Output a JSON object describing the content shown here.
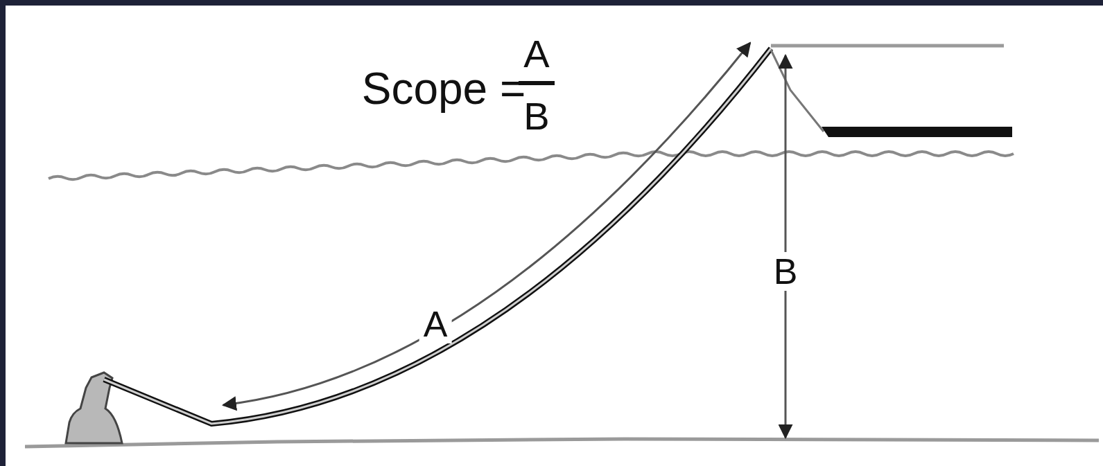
{
  "diagram": {
    "labels": [
      "Scope =",
      "A",
      "B",
      "A",
      "B"
    ]
  }
}
